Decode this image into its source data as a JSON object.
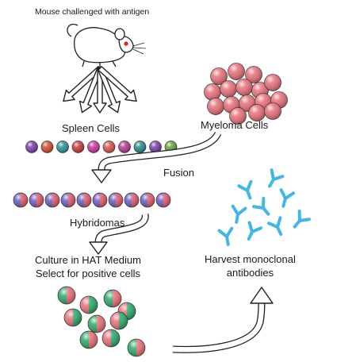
{
  "labels": {
    "title": "Mouse challenged with antigen",
    "spleen": "Spleen Cells",
    "myeloma": "Myeloma Cells",
    "fusion": "Fusion",
    "hybridomas": "Hybridomas",
    "culture_line1": "Culture in HAT Medium",
    "culture_line2": "Select for positive cells",
    "harvest_line1": "Harvest monoclonal",
    "harvest_line2": "antibodies"
  },
  "colors": {
    "spleen_cells": [
      "#7a3fa8",
      "#d14b2b",
      "#2f8f9a",
      "#c63a3a",
      "#c7369b",
      "#d1564a",
      "#b23a8e",
      "#2a8a8a",
      "#7a3fa8",
      "#6aa23a"
    ],
    "myeloma": "#e8707a",
    "hybrid_left": "#6b5fc0",
    "hybrid_right": "#e25a6a",
    "culture_green": "#2ea86a",
    "culture_pink": "#e8707a",
    "antibody": "#43b6e3"
  }
}
